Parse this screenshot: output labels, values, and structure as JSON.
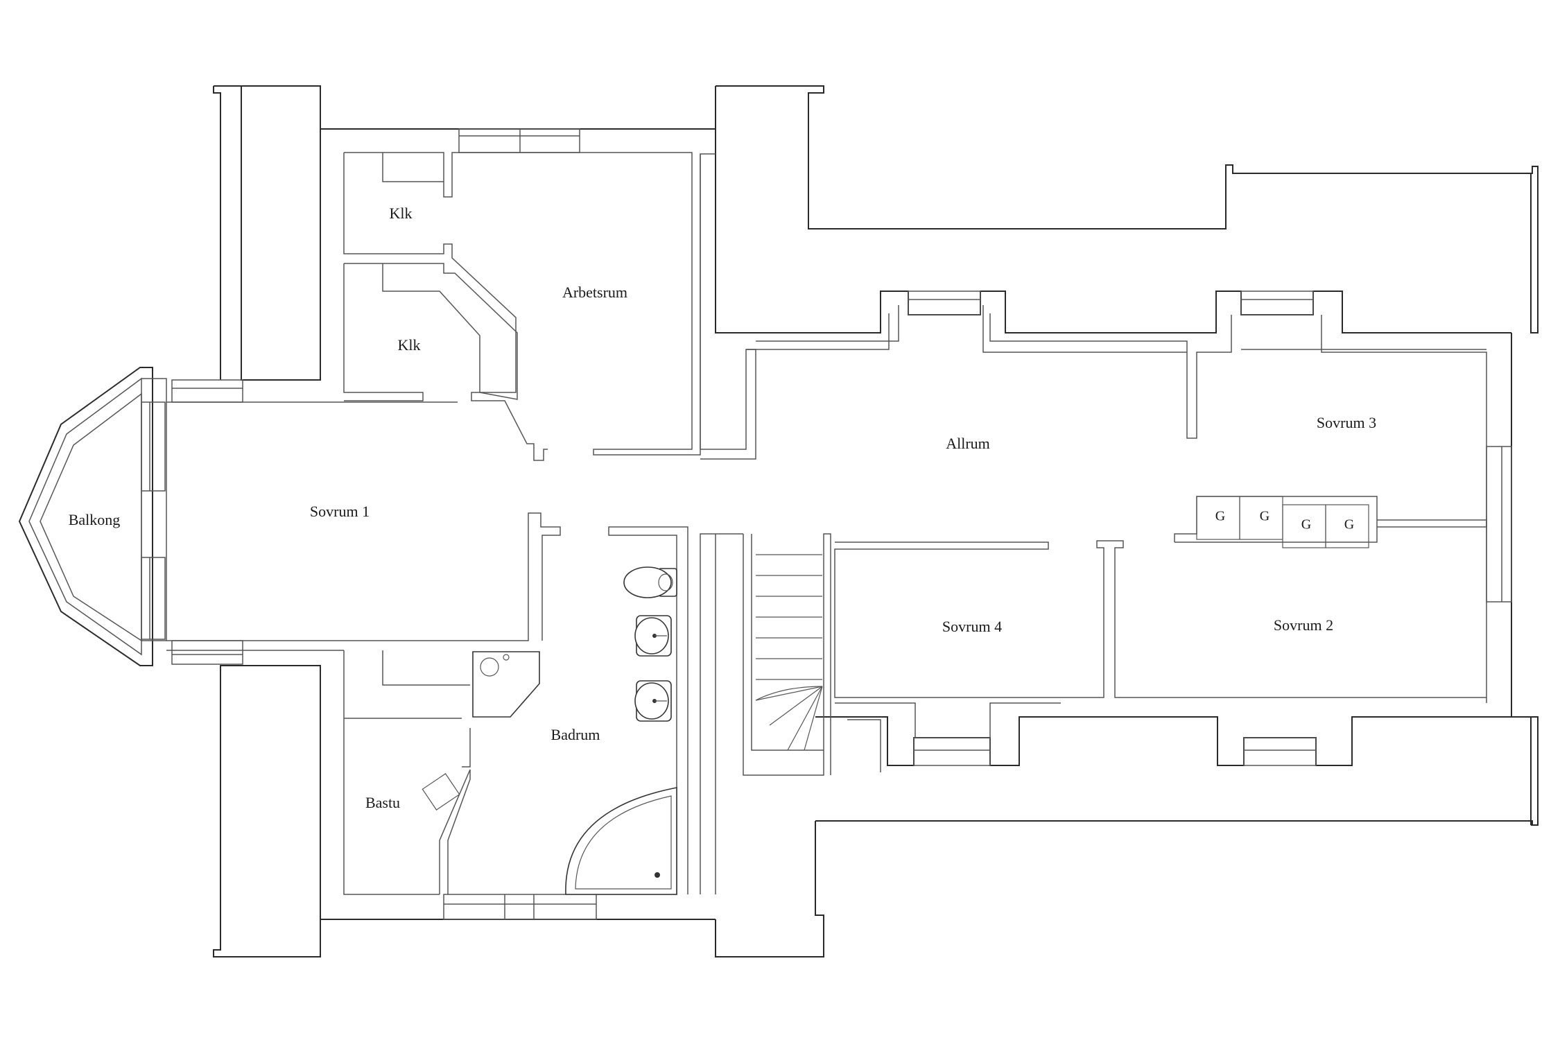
{
  "rooms": {
    "balkong": "Balkong",
    "sovrum1": "Sovrum 1",
    "klk_upper": "Klk",
    "klk_lower": "Klk",
    "arbetsrum": "Arbetsrum",
    "allrum": "Allrum",
    "sovrum3": "Sovrum 3",
    "sovrum2": "Sovrum 2",
    "sovrum4": "Sovrum 4",
    "badrum": "Badrum",
    "bastu": "Bastu"
  },
  "closets": [
    "G",
    "G",
    "G",
    "G"
  ]
}
